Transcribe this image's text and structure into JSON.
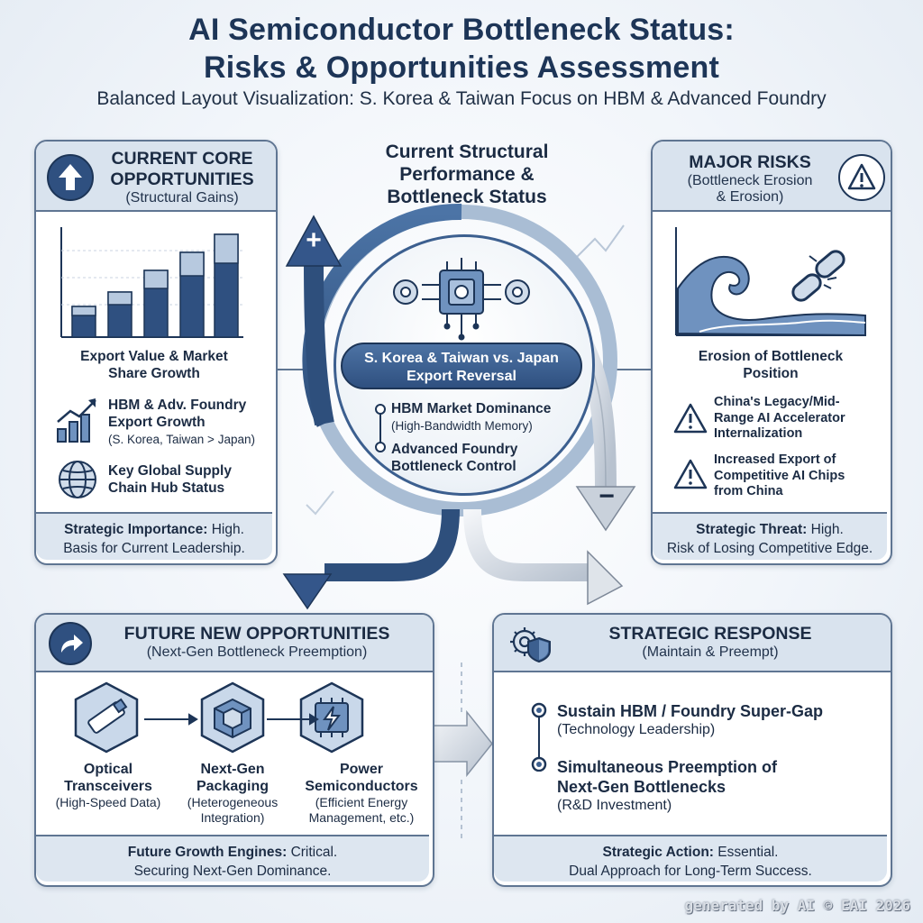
{
  "header": {
    "title_line1": "AI Semiconductor Bottleneck Status:",
    "title_line2": "Risks & Opportunities Assessment",
    "subtitle": "Balanced Layout Visualization: S. Korea & Taiwan Focus on HBM & Advanced Foundry"
  },
  "opportunities": {
    "title_line1": "CURRENT CORE",
    "title_line2": "OPPORTUNITIES",
    "subtitle": "(Structural Gains)",
    "icon": "arrow-up-icon",
    "chart_caption_line1": "Export Value & Market",
    "chart_caption_line2": "Share Growth",
    "item1_line1": "HBM & Adv. Foundry",
    "item1_line2": "Export Growth",
    "item1_note": "(S. Korea, Taiwan > Japan)",
    "item2_line1": "Key Global Supply",
    "item2_line2": "Chain Hub Status",
    "footer_label": "Strategic Importance:",
    "footer_value": " High.",
    "footer_line2": "Basis for Current Leadership."
  },
  "center": {
    "title_line1": "Current Structural",
    "title_line2": "Performance &",
    "title_line3": "Bottleneck Status",
    "banner_line1": "S. Korea & Taiwan vs. Japan",
    "banner_line2": "Export Reversal",
    "point1_title": "HBM Market Dominance",
    "point1_note": "(High-Bandwidth Memory)",
    "point2_title_line1": "Advanced Foundry",
    "point2_title_line2": "Bottleneck Control",
    "plus_sign": "+",
    "minus_sign": "−"
  },
  "risks": {
    "title": "MAJOR RISKS",
    "subtitle_line1": "(Bottleneck Erosion",
    "subtitle_line2": "& Erosion)",
    "icon": "warning-icon",
    "caption_line1": "Erosion of Bottleneck",
    "caption_line2": "Position",
    "item1_line1": "China's Legacy/Mid-",
    "item1_line2": "Range AI Accelerator",
    "item1_line3": "Internalization",
    "item2_line1": "Increased Export of",
    "item2_line2": "Competitive AI Chips",
    "item2_line3": "from China",
    "footer_label": "Strategic Threat:",
    "footer_value": " High.",
    "footer_line2": "Risk of Losing Competitive Edge."
  },
  "future": {
    "title": "FUTURE NEW OPPORTUNITIES",
    "subtitle": "(Next-Gen Bottleneck Preemption)",
    "items": [
      {
        "title_line1": "Optical",
        "title_line2": "Transceivers",
        "note_line1": "(High-Speed Data)",
        "note_line2": ""
      },
      {
        "title_line1": "Next-Gen",
        "title_line2": "Packaging",
        "note_line1": "(Heterogeneous",
        "note_line2": "Integration)"
      },
      {
        "title_line1": "Power",
        "title_line2": "Semiconductors",
        "note_line1": "(Efficient Energy",
        "note_line2": "Management, etc.)"
      }
    ],
    "footer_label": "Future Growth Engines:",
    "footer_value": " Critical.",
    "footer_line2": "Securing Next-Gen Dominance."
  },
  "response": {
    "title": "STRATEGIC RESPONSE",
    "subtitle": "(Maintain & Preempt)",
    "point1_title": "Sustain HBM / Foundry Super-Gap",
    "point1_note": "(Technology Leadership)",
    "point2_title_line1": "Simultaneous Preemption of",
    "point2_title_line2": "Next-Gen Bottlenecks",
    "point2_note": "(R&D Investment)",
    "footer_label": "Strategic Action:",
    "footer_value": " Essential.",
    "footer_line2": "Dual Approach for Long-Term Success."
  },
  "watermark": "generated by AI © EAI 2026",
  "colors": {
    "navy": "#1d3557",
    "blue": "#3c5f8f",
    "light_blue": "#9fb7d3",
    "panel_header": "#d9e3ee",
    "border": "#5f7592"
  }
}
